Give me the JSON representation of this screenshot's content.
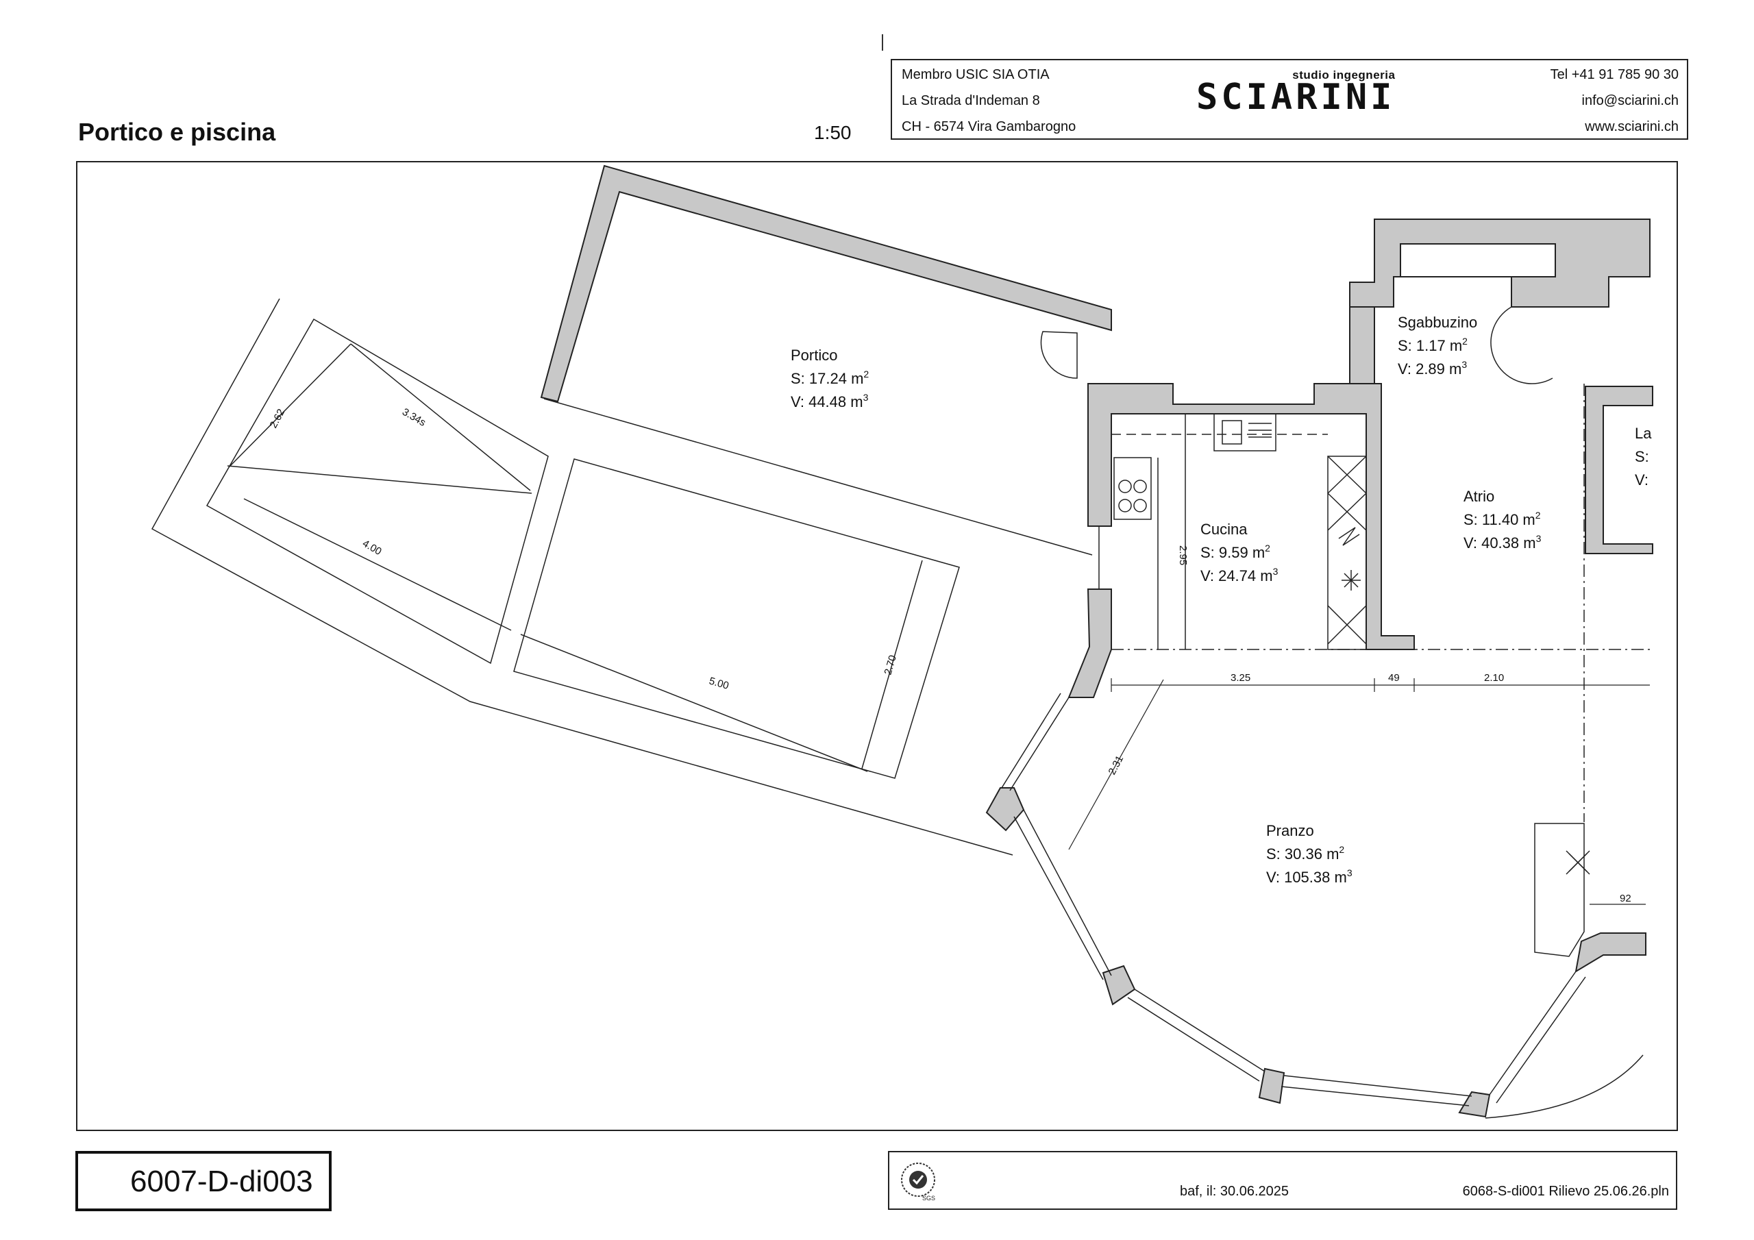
{
  "sheet": {
    "title": "Portico e piscina",
    "scale": "1:50",
    "drawing_id": "6007-D-di003"
  },
  "header": {
    "membership": "Membro USIC SIA OTIA",
    "address_street": "La Strada d'Indeman 8",
    "address_city": "CH - 6574  Vira Gambarogno",
    "logo_subtitle": "studio ingegneria",
    "logo_name": "SCIARINI",
    "phone": "Tel  +41 91 785 90 30",
    "email": "info@sciarini.ch",
    "website": "www.sciarini.ch"
  },
  "rooms": [
    {
      "name": "Portico",
      "surface": "S: 17.24 m",
      "volume": "V: 44.48 m"
    },
    {
      "name": "Sgabbuzino",
      "surface": "S:   1.17 m",
      "volume": "V:   2.89 m"
    },
    {
      "name": "Cucina",
      "surface": "S:   9.59 m",
      "volume": "V: 24.74 m"
    },
    {
      "name": "Atrio",
      "surface": "S: 11.40 m",
      "volume": "V: 40.38 m"
    },
    {
      "name": "Pranzo",
      "surface": "S:   30.36 m",
      "volume": "V: 105.38 m"
    },
    {
      "name": "La",
      "surface": "S:",
      "volume": "V:"
    }
  ],
  "dimensions": {
    "pool_small_width": "2.62",
    "pool_small_length_top": "3.34s",
    "pool_small_length": "4.00",
    "pool_large_length": "5.00",
    "pool_large_width": "2.70",
    "kitchen_depth": "2.95",
    "span_a": "3.25",
    "span_b": "49",
    "span_c": "2.10",
    "pranzo_diag": "2.31",
    "pillar": "92"
  },
  "footer": {
    "cert_label": "SGS",
    "date": "baf, il: 30.06.2025",
    "file": "6068-S-di001 Rilievo 25.06.26.pln"
  },
  "colors": {
    "wall_fill": "#c8c8c8",
    "line": "#222222"
  },
  "icons": [
    "sgs-certification-icon"
  ]
}
